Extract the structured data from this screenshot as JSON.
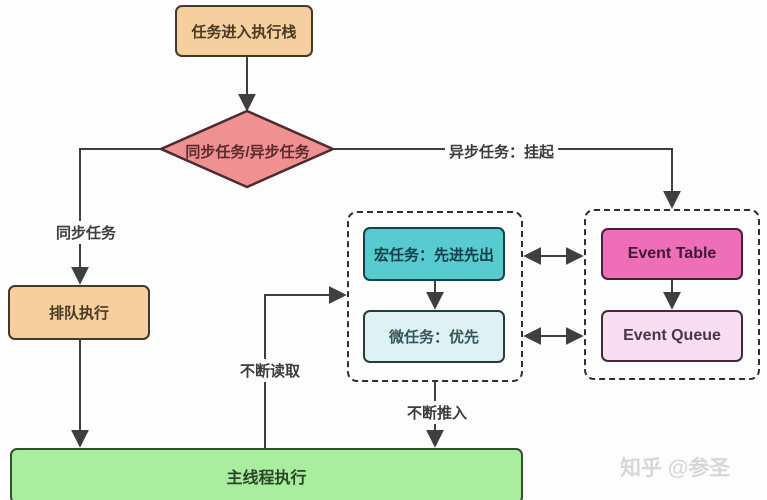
{
  "diagram": {
    "top_box": "任务进入执行栈",
    "decision": "同步任务/异步任务",
    "sync_branch_label": "同步任务",
    "async_branch_label": "异步任务：挂起",
    "queue_box": "排队执行",
    "macro_task_box": "宏任务：先进先出",
    "micro_task_box": "微任务：优先",
    "event_table_box": "Event Table",
    "event_queue_box": "Event Queue",
    "read_loop_label": "不断读取",
    "push_loop_label": "不断推入",
    "main_thread_box": "主线程执行",
    "watermark": "知乎 @参圣",
    "colors": {
      "process_box": "#f6cf9e",
      "decision_diamond": "#ef9191",
      "macro_task": "#58cbd0",
      "micro_task": "#def2f3",
      "event_table": "#ee6eb7",
      "event_queue": "#f8def0",
      "main_thread": "#a9ee9e",
      "connector": "#3f3f3f"
    }
  }
}
